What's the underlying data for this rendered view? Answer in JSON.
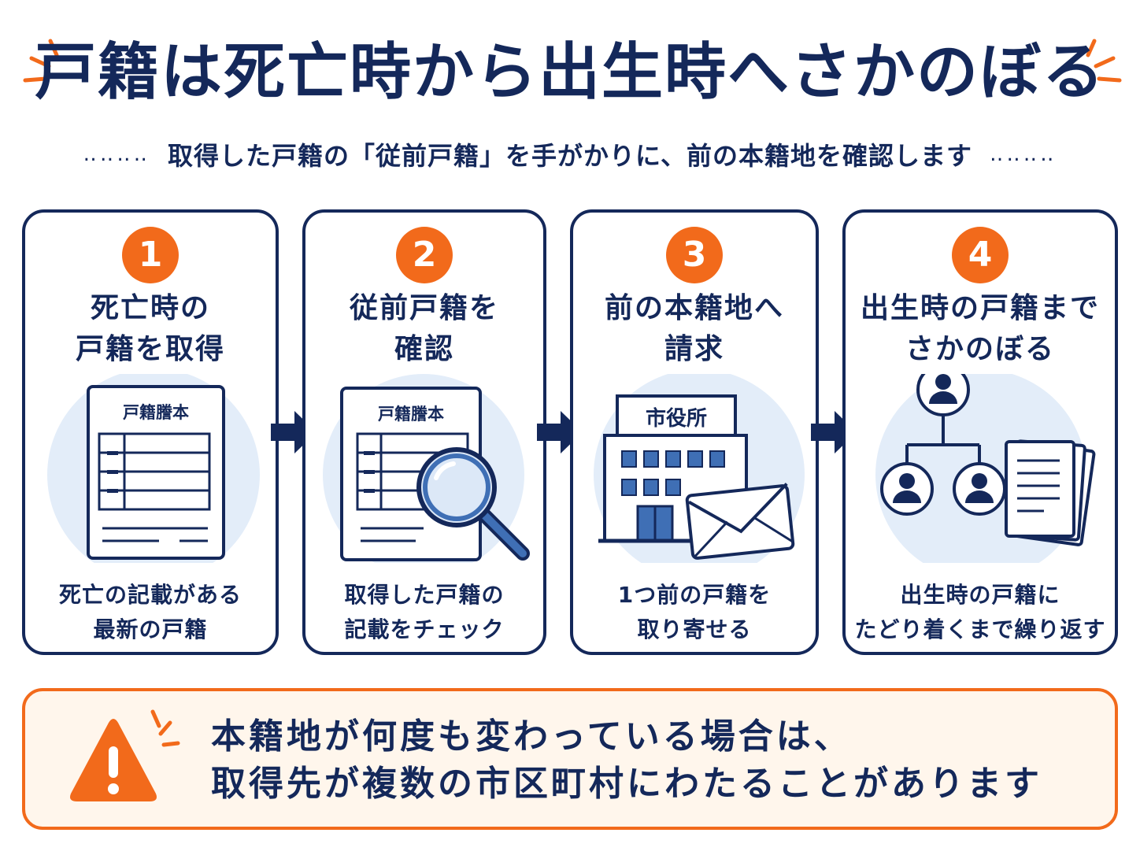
{
  "title": "戸籍は死亡時から出生時へさかのぼる",
  "subtitle": "取得した戸籍の「従前戸籍」を手がかりに、前の本籍地を確認します",
  "subtitle_dots": "‥‥‥‥",
  "steps": [
    {
      "number": "1",
      "title_lines": [
        "死亡時の",
        "戸籍を取得"
      ],
      "doc_label": "戸籍謄本",
      "desc_lines": [
        "死亡の記載がある",
        "最新の戸籍"
      ]
    },
    {
      "number": "2",
      "title_lines": [
        "従前戸籍を",
        "確認"
      ],
      "doc_label": "戸籍謄本",
      "desc_lines": [
        "取得した戸籍の",
        "記載をチェック"
      ]
    },
    {
      "number": "3",
      "title_lines": [
        "前の本籍地へ",
        "請求"
      ],
      "building_label": "市役所",
      "desc_lines": [
        "1つ前の戸籍を",
        "取り寄せる"
      ]
    },
    {
      "number": "4",
      "title_lines": [
        "出生時の戸籍まで",
        "さかのぼる"
      ],
      "desc_lines": [
        "出生時の戸籍に",
        "たどり着くまで繰り返す"
      ]
    }
  ],
  "notice": {
    "lines": [
      "本籍地が何度も変わっている場合は、",
      "取得先が複数の市区町村にわたることがあります"
    ]
  },
  "colors": {
    "navy": "#14285a",
    "orange": "#f26a1b",
    "light_blue": "#e3edf9",
    "icon_blue": "#3f6fb5",
    "notice_bg": "#fff6ec"
  },
  "icons": [
    "burst-icon",
    "arrow-right-icon",
    "document-icon",
    "magnifier-icon",
    "building-icon",
    "envelope-icon",
    "person-icon",
    "stacked-documents-icon",
    "warning-icon"
  ]
}
